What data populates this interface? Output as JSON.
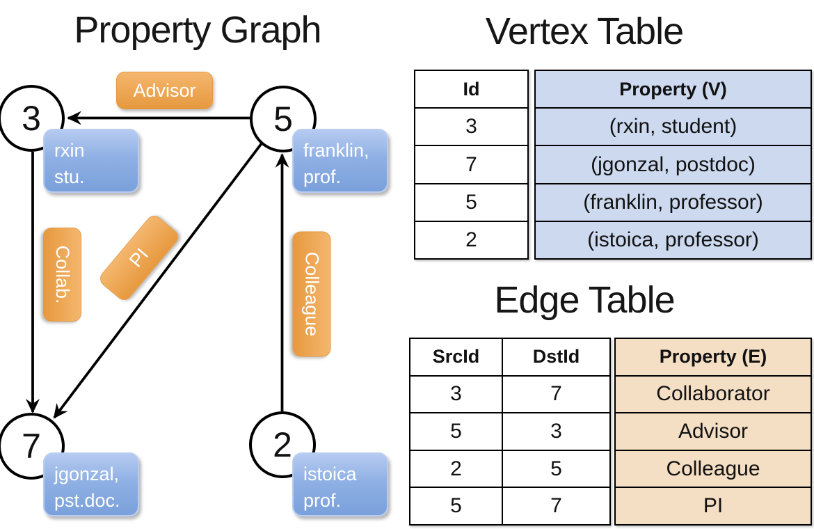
{
  "titles": {
    "graph": "Property Graph",
    "vertex_table": "Vertex Table",
    "edge_table": "Edge Table"
  },
  "graph": {
    "nodes": [
      {
        "id": "3",
        "prop_line1": "rxin",
        "prop_line2": "stu."
      },
      {
        "id": "5",
        "prop_line1": "franklin,",
        "prop_line2": "prof."
      },
      {
        "id": "7",
        "prop_line1": "jgonzal,",
        "prop_line2": "pst.doc."
      },
      {
        "id": "2",
        "prop_line1": "istoica",
        "prop_line2": "prof."
      }
    ],
    "edge_labels": [
      "Advisor",
      "Collab.",
      "PI",
      "Colleague"
    ]
  },
  "vertex_table": {
    "headers": [
      "Id",
      "Property (V)"
    ],
    "rows": [
      [
        "3",
        "(rxin, student)"
      ],
      [
        "7",
        "(jgonzal, postdoc)"
      ],
      [
        "5",
        "(franklin, professor)"
      ],
      [
        "2",
        "(istoica, professor)"
      ]
    ]
  },
  "edge_table": {
    "headers": [
      "SrcId",
      "DstId",
      "Property (E)"
    ],
    "rows": [
      [
        "3",
        "7",
        "Collaborator"
      ],
      [
        "5",
        "3",
        "Advisor"
      ],
      [
        "2",
        "5",
        "Colleague"
      ],
      [
        "5",
        "7",
        "PI"
      ]
    ]
  },
  "colors": {
    "line": "#000000",
    "node_fill": "#ffffff",
    "edge_pill_orange_top": "#f4b76e",
    "edge_pill_orange_bottom": "#e6993f",
    "vertex_card_blue_top": "#b6cbf0",
    "vertex_card_blue_bottom": "#7aa0db",
    "vertex_table_property_bg": "#cdd9ef",
    "edge_table_property_bg": "#f4dfc5",
    "text_on_fill": "#ffffff",
    "text_dark": "#111111"
  }
}
